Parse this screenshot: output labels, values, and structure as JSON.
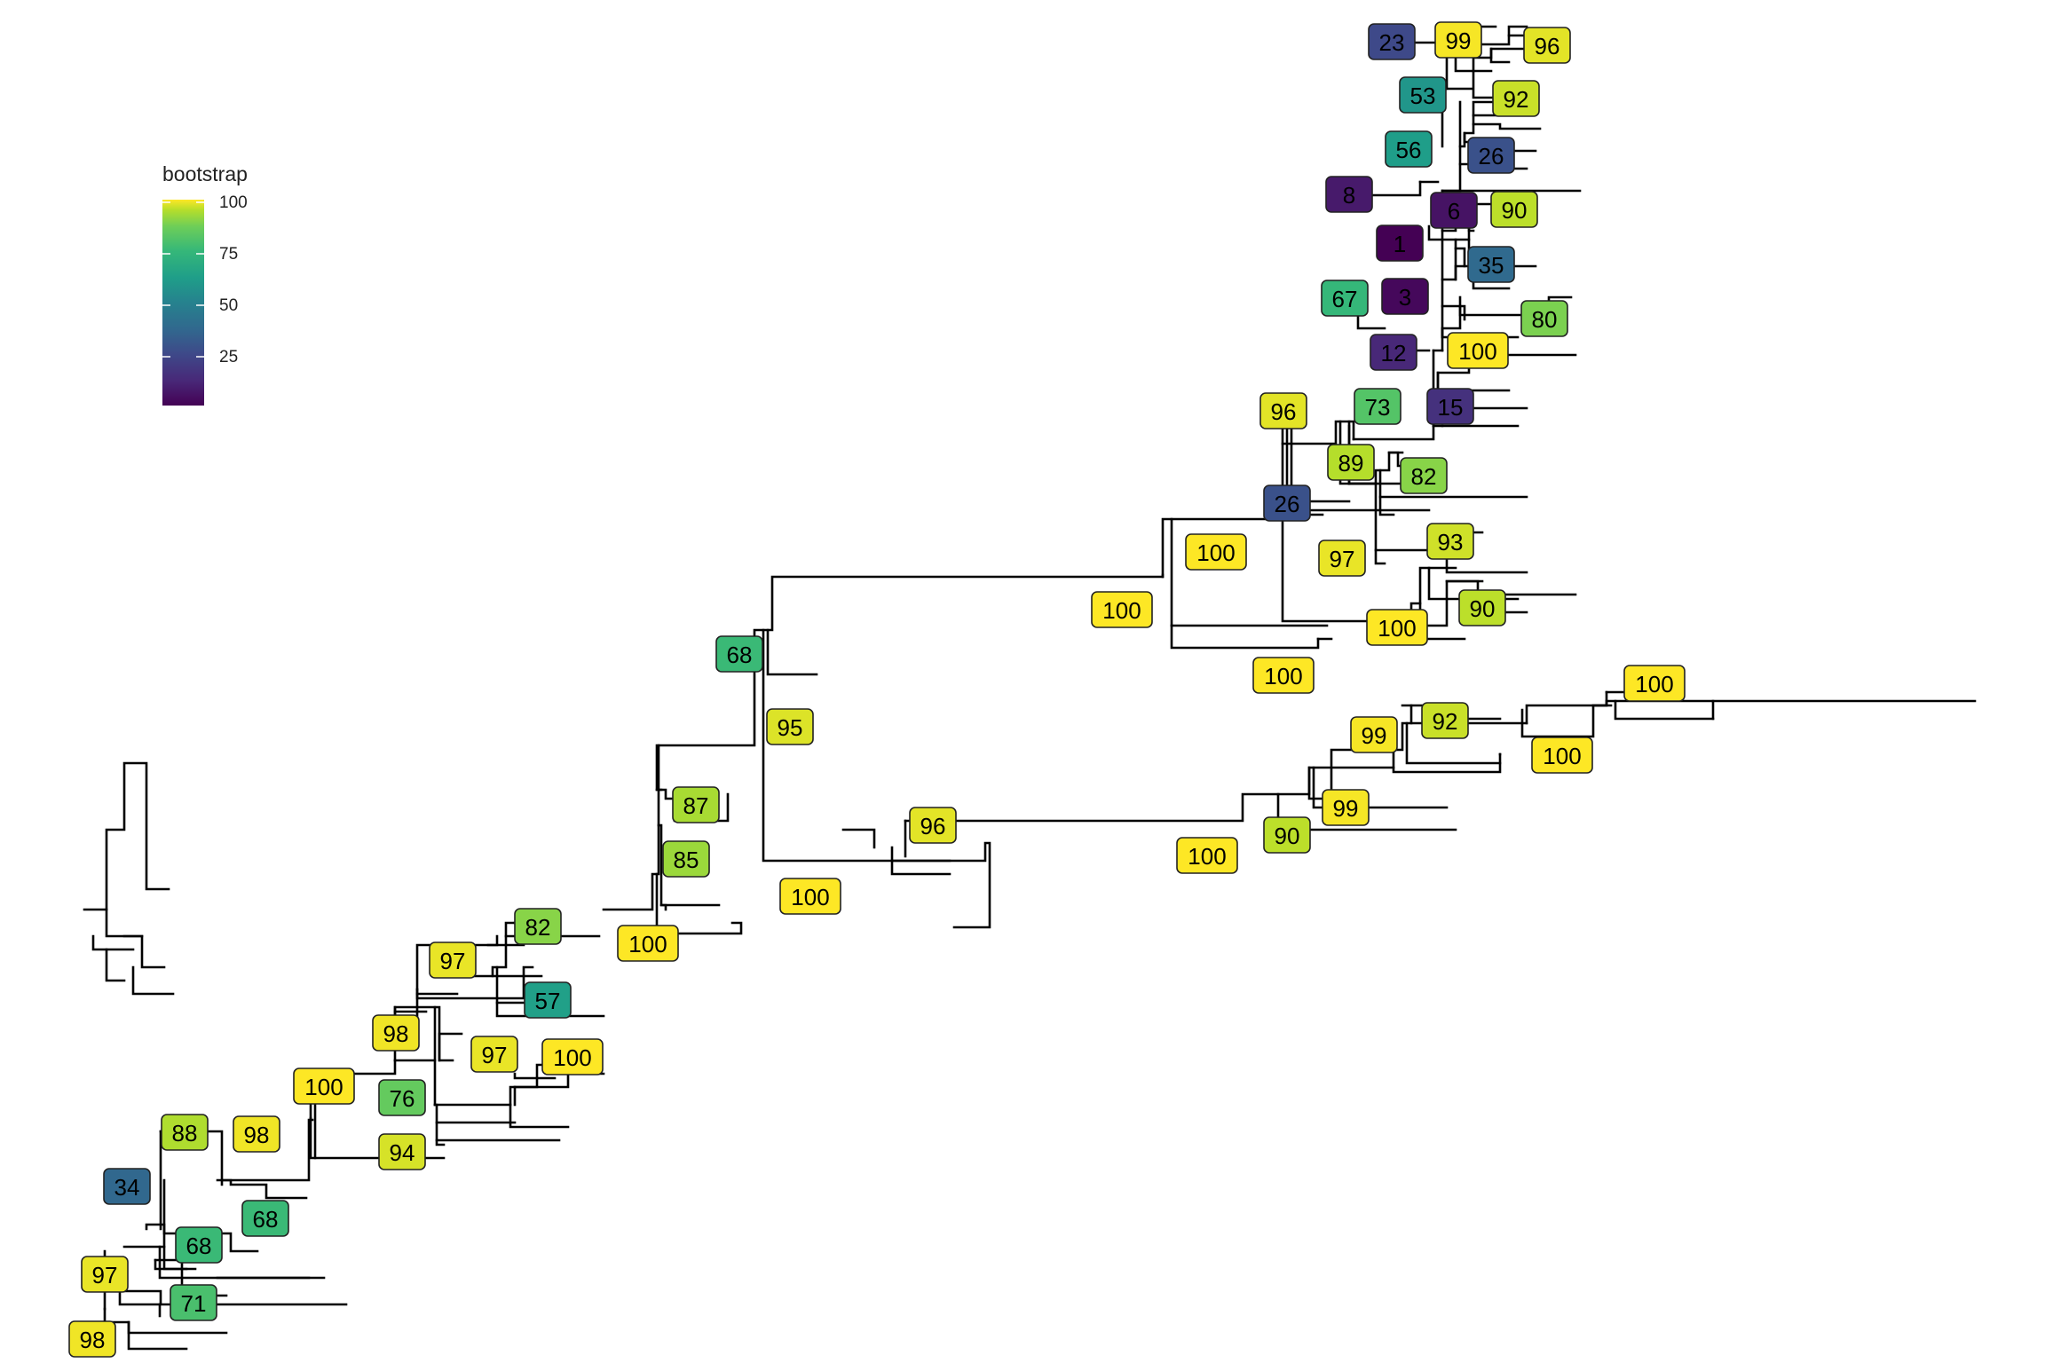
{
  "legend": {
    "title": "bootstrap",
    "ticks": [
      100,
      75,
      50,
      25
    ],
    "range": [
      1,
      100
    ],
    "colors": [
      "#440154",
      "#482878",
      "#3e4989",
      "#31688e",
      "#26828e",
      "#1f9e89",
      "#35b779",
      "#6ece58",
      "#b5de2b",
      "#fde725"
    ]
  },
  "nodes": [
    {
      "label": "23"
    },
    {
      "label": "99"
    },
    {
      "label": "96"
    },
    {
      "label": "53"
    },
    {
      "label": "92"
    },
    {
      "label": "56"
    },
    {
      "label": "26"
    },
    {
      "label": "8"
    },
    {
      "label": "6"
    },
    {
      "label": "90"
    },
    {
      "label": "1"
    },
    {
      "label": "35"
    },
    {
      "label": "67"
    },
    {
      "label": "3"
    },
    {
      "label": "80"
    },
    {
      "label": "12"
    },
    {
      "label": "100"
    },
    {
      "label": "96"
    },
    {
      "label": "73"
    },
    {
      "label": "15"
    },
    {
      "label": "89"
    },
    {
      "label": "82"
    },
    {
      "label": "26"
    },
    {
      "label": "100"
    },
    {
      "label": "93"
    },
    {
      "label": "97"
    },
    {
      "label": "100"
    },
    {
      "label": "90"
    },
    {
      "label": "100"
    },
    {
      "label": "100"
    },
    {
      "label": "68"
    },
    {
      "label": "95"
    },
    {
      "label": "100"
    },
    {
      "label": "99"
    },
    {
      "label": "92"
    },
    {
      "label": "100"
    },
    {
      "label": "99"
    },
    {
      "label": "90"
    },
    {
      "label": "100"
    },
    {
      "label": "96"
    },
    {
      "label": "100"
    },
    {
      "label": "87"
    },
    {
      "label": "85"
    },
    {
      "label": "100"
    },
    {
      "label": "82"
    },
    {
      "label": "97"
    },
    {
      "label": "57"
    },
    {
      "label": "98"
    },
    {
      "label": "97"
    },
    {
      "label": "100"
    },
    {
      "label": "100"
    },
    {
      "label": "76"
    },
    {
      "label": "88"
    },
    {
      "label": "98"
    },
    {
      "label": "94"
    },
    {
      "label": "34"
    },
    {
      "label": "68"
    },
    {
      "label": "68"
    },
    {
      "label": "97"
    },
    {
      "label": "71"
    },
    {
      "label": "98"
    }
  ]
}
